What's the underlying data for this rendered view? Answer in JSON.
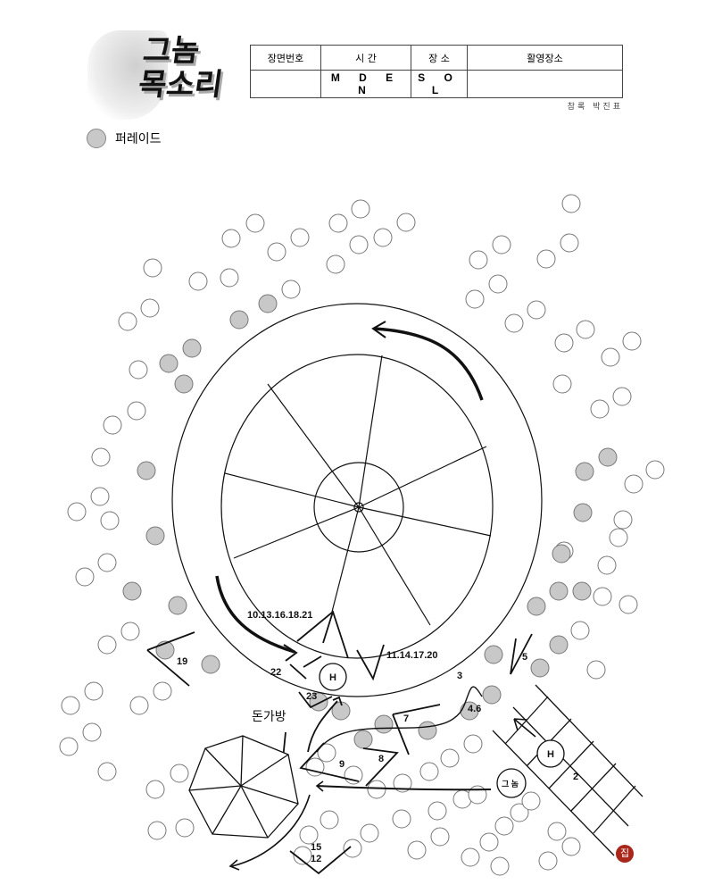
{
  "logo": {
    "title_line1": "그놈",
    "title_line2": "목소리"
  },
  "header_table": {
    "columns": [
      "장면번호",
      "시 간",
      "장 소",
      "활영장소"
    ],
    "values": [
      "",
      "M D E N",
      "S O L",
      ""
    ]
  },
  "credit": "참록 박진표",
  "legend": {
    "label": "퍼레이드",
    "marker_color": "#c8c8c8"
  },
  "diagram": {
    "labels": {
      "shots_top": "10.13.16.18.21",
      "shots_right": "11.14.17.20",
      "shot_19": "19",
      "shot_22": "22",
      "shot_23": "23",
      "shot_3": "3",
      "shot_46": "4.6",
      "shot_5": "5",
      "shot_7": "7",
      "shot_8": "8",
      "shot_9": "9",
      "shot_2": "2",
      "shot_15": "15",
      "shot_12": "12",
      "h_marker": "H",
      "h_marker_2": "H",
      "gunom_marker": "그 놈",
      "dongabang": "돈가방",
      "x_mark": "×"
    }
  },
  "seal": {
    "text": "집",
    "color": "#a8261a"
  }
}
